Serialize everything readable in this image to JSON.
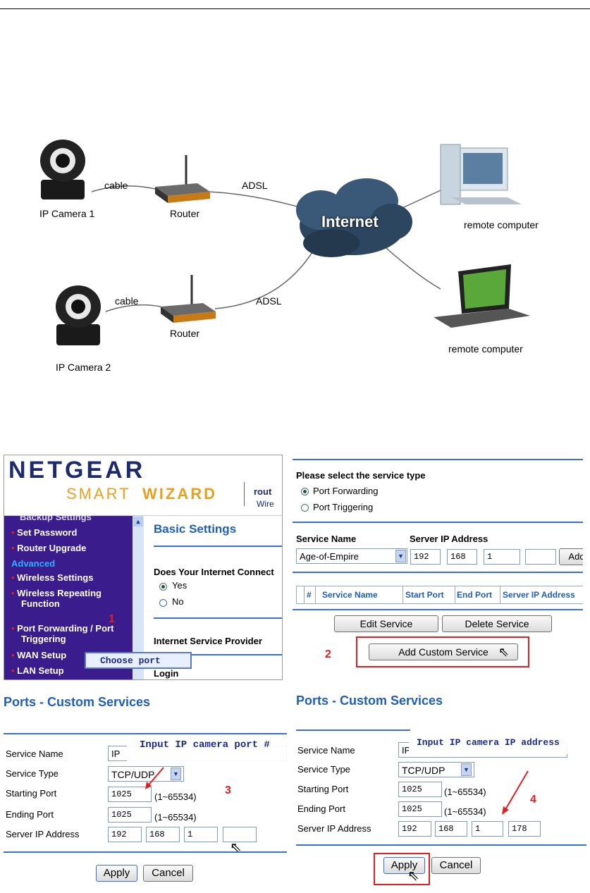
{
  "diagram": {
    "camera1": "IP Camera 1",
    "camera2": "IP Camera  2",
    "router1": "Router",
    "router2": "Router",
    "cable1": "cable",
    "cable2": "cable",
    "adsl1": "ADSL",
    "adsl2": "ADSL",
    "internet": "Internet",
    "remote1": "remote computer",
    "remote2": "remote computer"
  },
  "netgear": {
    "logo_top": "NETGEAR",
    "logo_smart": "SMART",
    "logo_wizard": "WIZARD",
    "logo_rout": "rout",
    "logo_wire": "Wire",
    "menu_partial": "Backup Settings",
    "menu": [
      "Set Password",
      "Router Upgrade"
    ],
    "advanced_header": "Advanced",
    "menu_adv": [
      "Wireless Settings",
      "Wireless Repeating Function",
      "Port Forwarding / Port Triggering",
      "WAN Setup",
      "LAN Setup"
    ],
    "basic_settings": "Basic Settings",
    "question": "Does Your Internet Connect",
    "yes": "Yes",
    "no": "No",
    "isp": "Internet Service Provider",
    "login": "Login",
    "tooltip": "Choose port",
    "step": "1"
  },
  "service_panel": {
    "select_title": "Please select the service type",
    "port_forwarding": "Port Forwarding",
    "port_triggering": "Port Triggering",
    "service_name_label": "Service Name",
    "server_ip_label": "Server IP Address",
    "service_value": "Age-of-Empire",
    "ip": [
      "192",
      "168",
      "1",
      ""
    ],
    "add_btn": "Add",
    "columns": [
      "#",
      "Service Name",
      "Start Port",
      "End Port",
      "Server IP Address"
    ],
    "edit_btn": "Edit Service",
    "delete_btn": "Delete Service",
    "add_custom_btn": "Add Custom Service",
    "step": "2"
  },
  "custom_left": {
    "title": "Ports - Custom Services",
    "hint": "Input IP camera port #",
    "labels": [
      "Service Name",
      "Service Type",
      "Starting Port",
      "Ending Port",
      "Server IP Address"
    ],
    "service_name": "IP",
    "service_type": "TCP/UDP",
    "start_port": "1025",
    "end_port": "1025",
    "range": "(1~65534)",
    "ip": [
      "192",
      "168",
      "1",
      ""
    ],
    "apply": "Apply",
    "cancel": "Cancel",
    "step": "3"
  },
  "custom_right": {
    "title": "Ports - Custom Services",
    "hint": "Input IP camera IP address",
    "labels": [
      "Service Name",
      "Service Type",
      "Starting Port",
      "Ending Port",
      "Server IP Address"
    ],
    "service_name": "IP",
    "service_type": "TCP/UDP",
    "start_port": "1025",
    "end_port": "1025",
    "range": "(1~65534)",
    "ip": [
      "192",
      "168",
      "1",
      "178"
    ],
    "apply": "Apply",
    "cancel": "Cancel",
    "step": "4"
  },
  "colors": {
    "accent_blue": "#1f5fb5",
    "menu_purple": "#3a1c8c",
    "marker_red": "#e02020"
  }
}
